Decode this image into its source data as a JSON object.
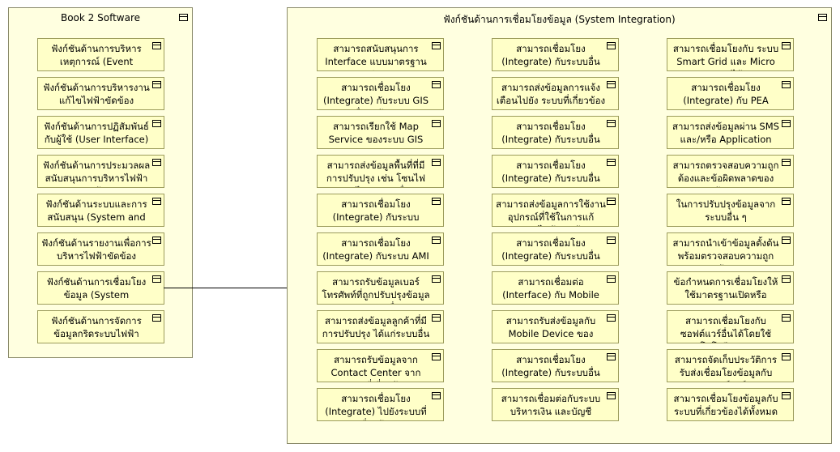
{
  "left_group": {
    "title": "Book 2 Software",
    "items": [
      "ฟังก์ชันด้านการบริหารเหตุการณ์ (Event Management)",
      "ฟังก์ชันด้านการบริหารงานแก้ไขไฟฟ้าขัดข้อง (Outage Management)",
      "ฟังก์ชันด้านการปฏิสัมพันธ์กับผู้ใช้ (User Interface)",
      "ฟังก์ชันด้านการประมวลผลสนับสนุนการบริหารไฟฟ้าขัดข้อง",
      "ฟังก์ชันด้านระบบและการสนับสนุน (System and Support)",
      "ฟังก์ชันด้านรายงานเพื่อการบริหารไฟฟ้าขัดข้อง",
      "ฟังก์ชันด้านการเชื่อมโยงข้อมูล (System Integration)",
      "ฟังก์ชันด้านการจัดการข้อมูลกริดระบบไฟฟ้า (Grid Data Management)"
    ]
  },
  "right_group": {
    "title": "ฟังก์ชันด้านการเชื่อมโยงข้อมูล (System Integration)",
    "col1": [
      "สามารถสนับสนุนการ Interface แบบมาตรฐานเปิด",
      "สามารถเชื่อมโยง (Integrate) กับระบบ GIS เพื่อรับข้อมูล",
      "สามารถเรียกใช้ Map Service ของระบบ GIS",
      "สามารถส่งข้อมูลพื้นที่ที่มีการปรับปรุง เช่น โซนไฟดับ ไปยังระบบอื่น",
      "สามารถเชื่อมโยง (Integrate) กับระบบ SCADA/DMS",
      "สามารถเชื่อมโยง (Integrate) กับระบบ AMI",
      "สามารถรับข้อมูลเบอร์โทรศัพท์ที่ถูกปรับปรุงข้อมูลจากระบบอื่น",
      "สามารถส่งข้อมูลลูกค้าที่มีการปรับปรุง ได้แก่ระบบอื่น",
      "สามารถรับข้อมูลจาก Contact Center จากระบบที่เกี่ยวข้อง",
      "สามารถเชื่อมโยง (Integrate) ไปยังระบบที่เกี่ยวข้อง"
    ],
    "col2": [
      "สามารถเชื่อมโยง (Integrate) กับระบบอื่น",
      "สามารถส่งข้อมูลการแจ้งเตือนไปยัง ระบบที่เกี่ยวข้อง",
      "สามารถเชื่อมโยง (Integrate) กับระบบอื่น",
      "สามารถเชื่อมโยง (Integrate) กับระบบอื่น",
      "สามารถส่งข้อมูลการใช้งานอุปกรณ์ที่ใช้ในการแก้กระแสไฟฟ้าขัดข้อง",
      "สามารถเชื่อมโยง (Integrate) กับระบบอื่น",
      "สามารถเชื่อมต่อ (Interface) กับ Mobile Device ของพนักงาน",
      "สามารถรับส่งข้อมูลกับ Mobile Device ของพนักงาน",
      "สามารถเชื่อมโยง (Integrate) กับระบบอื่น",
      "สามารถเชื่อมต่อกับระบบบริหารเงิน และบัญชี"
    ],
    "col3": [
      "สามารถเชื่อมโยงกับ ระบบ Smart Grid และ Micro Grid ได้",
      "สามารถเชื่อมโยง (Integrate) กับ PEA Application",
      "สามารถส่งข้อมูลผ่าน SMS และ/หรือ Application",
      "สามารถตรวจสอบความถูกต้องและข้อผิดพลาดของข้อมูล",
      "ในการปรับปรุงข้อมูลจากระบบอื่น ๆ",
      "สามารถนำเข้าข้อมูลตั้งต้นพร้อมตรวจสอบความถูกต้อง",
      "ข้อกำหนดการเชื่อมโยงให้ใช้มาตรฐานเปิดหรือมาตรฐานสากล",
      "สามารถเชื่อมโยงกับซอฟต์แวร์อื่นได้โดยใช้เทคโนโลยีมาตรฐาน",
      "สามารถจัดเก็บประวัติการรับส่งเชื่อมโยงข้อมูลกับซอฟต์แวร์",
      "สามารถเชื่อมโยงข้อมูลกับระบบที่เกี่ยวข้องได้ทั้งหมด"
    ]
  }
}
